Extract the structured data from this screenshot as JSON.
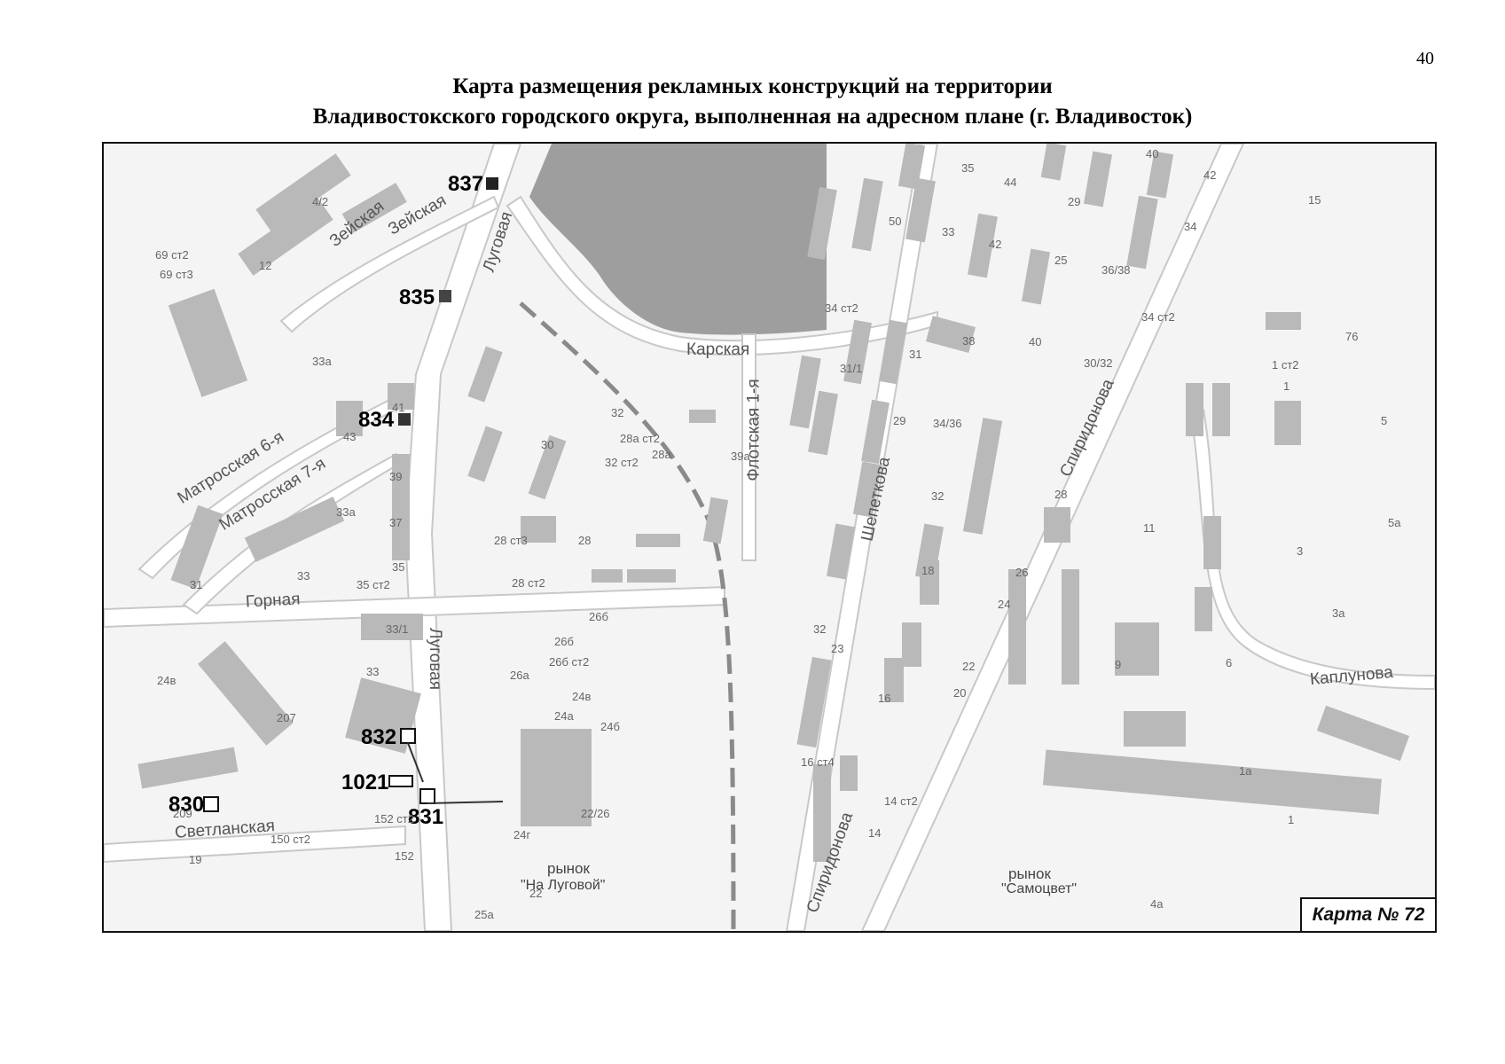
{
  "page_number": "40",
  "title_line1": "Карта размещения рекламных конструкций на территории",
  "title_line2": "Владивостокского городского округа, выполненная на адресном плане (г. Владивосток)",
  "map_number": "Карта № 72",
  "streets": [
    "Зейская",
    "Зейская",
    "Луговая",
    "Карская",
    "Флотская 1-я",
    "Шепеткова",
    "Спиридонова",
    "Матросская 6-я",
    "Матросская 7-я",
    "Горная",
    "Луговая",
    "Каплунова",
    "Светланская",
    "Спиридонова"
  ],
  "places": [
    "рынок",
    "\"На Луговой\"",
    "рынок",
    "\"Самоцвет\""
  ],
  "ad_markers": [
    "837",
    "835",
    "834",
    "832",
    "1021",
    "831",
    "830"
  ],
  "building_labels": [
    "4/2",
    "12",
    "69 ст2",
    "69 ст3",
    "33а",
    "41",
    "43",
    "39",
    "37",
    "35",
    "35 ст2",
    "33",
    "33а",
    "31",
    "33/1",
    "33",
    "207",
    "24в",
    "209",
    "152 ст2",
    "150 ст2",
    "152",
    "19",
    "32",
    "28а ст2",
    "28а",
    "30",
    "32 ст2",
    "39а",
    "28 ст3",
    "28",
    "28 ст2",
    "26б",
    "26б",
    "26б ст2",
    "26а",
    "24в",
    "24а",
    "24б",
    "22/26",
    "24г",
    "22",
    "25а",
    "35",
    "44",
    "40",
    "42",
    "50",
    "33",
    "42",
    "29",
    "25",
    "36/38",
    "34",
    "15",
    "34 ст2",
    "34 ст2",
    "31/1",
    "31",
    "38",
    "40",
    "30/32",
    "76",
    "29",
    "34/36",
    "1 ст2",
    "1",
    "5",
    "32",
    "28",
    "11",
    "5а",
    "18",
    "26",
    "24",
    "3",
    "3а",
    "32",
    "23",
    "22",
    "20",
    "9",
    "6",
    "16",
    "1а",
    "16 ст4",
    "14 ст2",
    "14",
    "1",
    "4а"
  ]
}
